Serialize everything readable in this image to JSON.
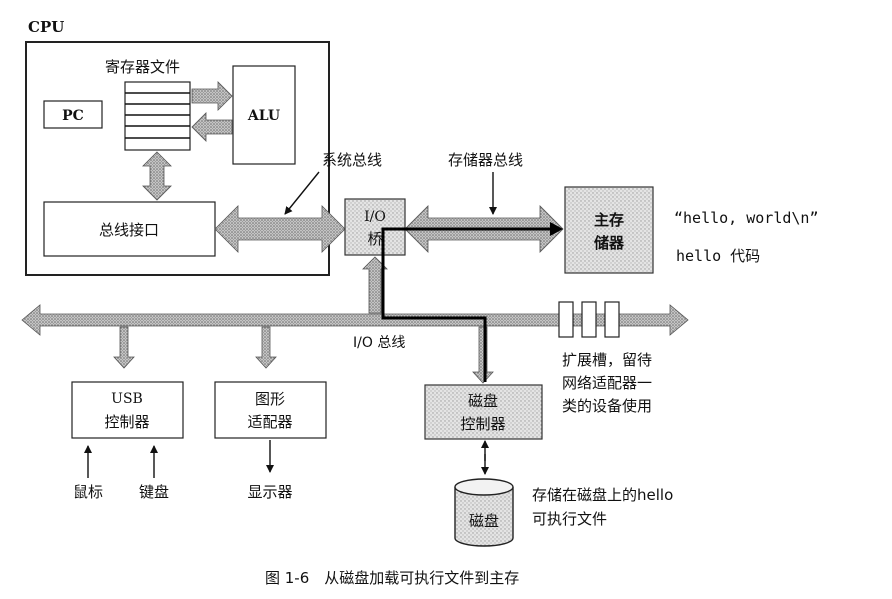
{
  "cpu": {
    "label": "CPU",
    "regfile_label": "寄存器文件",
    "pc_label": "PC",
    "alu_label": "ALU",
    "bus_interface_label": "总线接口"
  },
  "buses": {
    "system_bus": "系统总线",
    "memory_bus": "存储器总线",
    "io_bus": "I/O 总线"
  },
  "io_bridge": {
    "line1": "I/O",
    "line2": "桥"
  },
  "main_memory": {
    "line1": "主存",
    "line2": "储器"
  },
  "memory_contents": {
    "line1": "“hello, world\\n”",
    "line2": "hello 代码"
  },
  "usb_controller": {
    "line1": "USB",
    "line2": "控制器"
  },
  "graphics_adapter": {
    "line1": "图形",
    "line2": "适配器"
  },
  "disk_controller": {
    "line1": "磁盘",
    "line2": "控制器"
  },
  "expansion_slots": {
    "line1": "扩展槽，留待",
    "line2": "网络适配器一",
    "line3": "类的设备使用"
  },
  "devices": {
    "mouse": "鼠标",
    "keyboard": "键盘",
    "display": "显示器",
    "disk": "磁盘"
  },
  "disk_note": {
    "line1": "存储在磁盘上的hello",
    "line2": "可执行文件"
  },
  "caption": "图 1-6　从磁盘加载可执行文件到主存"
}
